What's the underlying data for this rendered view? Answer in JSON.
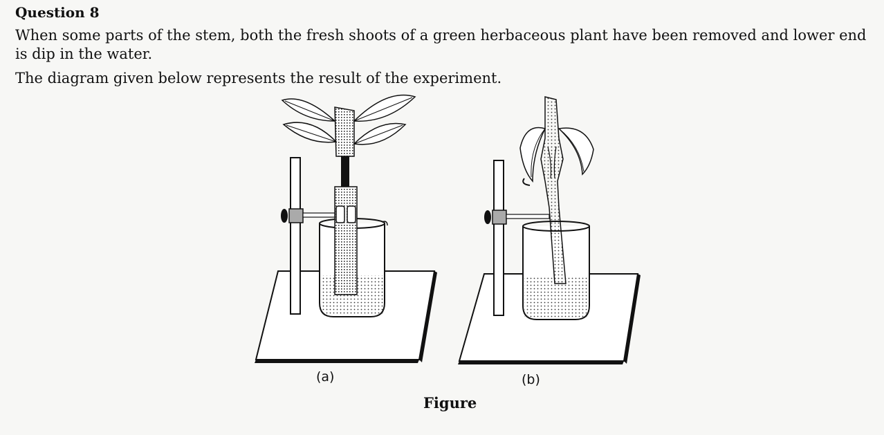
{
  "question": {
    "heading": "Question 8",
    "text": "When some parts of the stem, both the fresh shoots of a green herbaceous plant have been removed and lower end is dip in the water.",
    "result_text": "The diagram given below represents the result of the experiment."
  },
  "figure": {
    "label_a": "(a)",
    "label_b": "(b)",
    "caption": "Figure"
  }
}
